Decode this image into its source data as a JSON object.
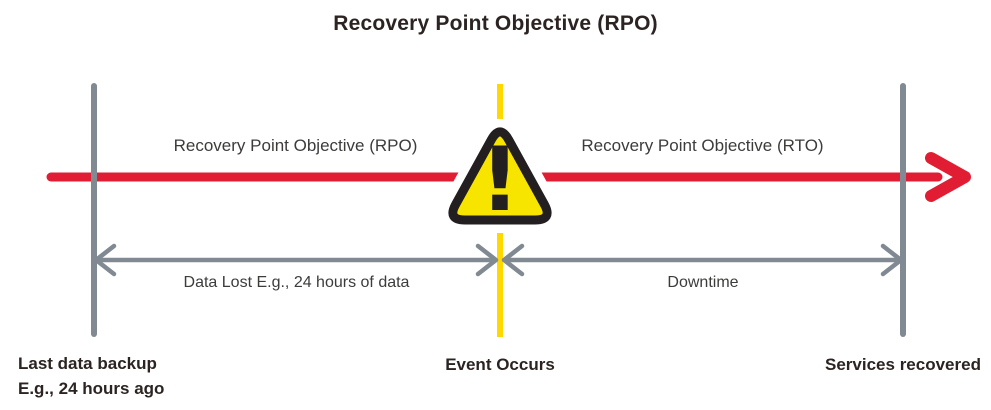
{
  "title": "Recovery Point Objective (RPO)",
  "timeline": {
    "left_segment_label": "Recovery Point Objective (RPO)",
    "right_segment_label": "Recovery Point Objective (RTO)",
    "data_lost_label": "Data Lost E.g., 24 hours of data",
    "downtime_label": "Downtime"
  },
  "milestones": {
    "backup_line1": "Last data backup",
    "backup_line2": "E.g., 24 hours ago",
    "event": "Event Occurs",
    "recovered": "Services recovered"
  },
  "warning": {
    "glyph": "!"
  },
  "colors": {
    "timeline_red": "#E11D33",
    "gray": "#818A93",
    "event_yellow": "#FFD800",
    "triangle_fill": "#F7E500",
    "triangle_border": "#231F20",
    "heading_text": "#2B2422",
    "label_text": "#3D3C3B"
  }
}
